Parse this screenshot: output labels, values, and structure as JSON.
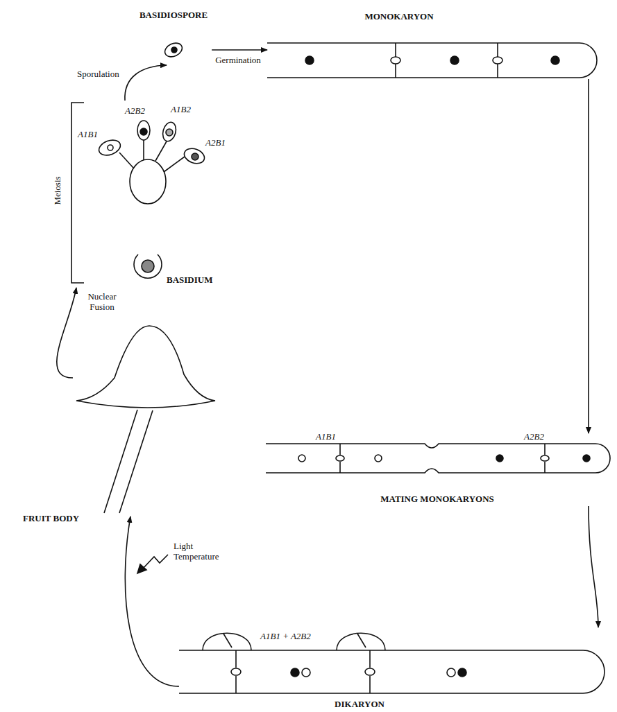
{
  "diagram": {
    "nodes": [
      {
        "text": [
          "BASIDIOSPORE"
        ]
      },
      {
        "text": [
          "MONOKARYON"
        ]
      },
      {
        "text": [
          "BASIDIUM"
        ]
      },
      {
        "text": [
          "MATING MONOKARYONS"
        ]
      },
      {
        "text": [
          "FRUIT BODY"
        ]
      },
      {
        "text": [
          "DIKARYON"
        ]
      }
    ],
    "edges": [
      {
        "from": 0,
        "to": 1,
        "label": "Germination",
        "arrow": "to"
      },
      {
        "from": 1,
        "to": 3,
        "arrow": "to"
      },
      {
        "from": 3,
        "to": 5,
        "arrow": "to"
      },
      {
        "from": 5,
        "to": 4,
        "arrow": "to"
      },
      {
        "from": 4,
        "to": 2,
        "label": "Nuclear Fusion",
        "arrow": "to"
      },
      {
        "from": 2,
        "to": 0,
        "label": "Sporulation",
        "arrow": "to"
      }
    ],
    "labels": [
      "A2B2",
      "A1B2",
      "A1B1",
      "A2B1",
      "Meiosis",
      "A1B1",
      "A2B2",
      "Light Temperature",
      "A1B1 + A2B2"
    ]
  }
}
